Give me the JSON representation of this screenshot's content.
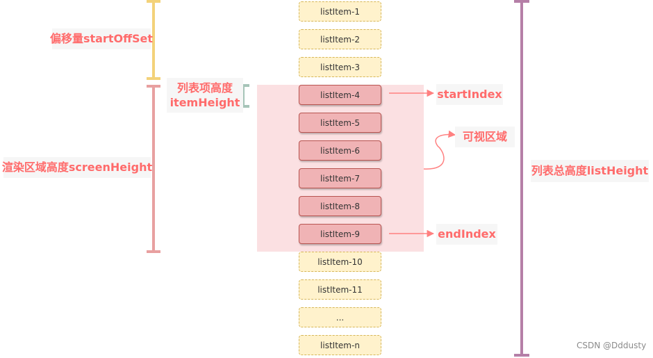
{
  "labels": {
    "start_offset": "偏移量startOffSet",
    "item_height": "列表项高度\nitemHeight",
    "screen_height": "渲染区域高度screenHeight",
    "start_index": "startIndex",
    "visible_area": "可视区域",
    "end_index": "endIndex",
    "list_height": "列表总高度listHeight"
  },
  "list_items": [
    {
      "label": "listItem-1",
      "visible": false
    },
    {
      "label": "listItem-2",
      "visible": false
    },
    {
      "label": "listItem-3",
      "visible": false
    },
    {
      "label": "listItem-4",
      "visible": true
    },
    {
      "label": "listItem-5",
      "visible": true
    },
    {
      "label": "listItem-6",
      "visible": true
    },
    {
      "label": "listItem-7",
      "visible": true
    },
    {
      "label": "listItem-8",
      "visible": true
    },
    {
      "label": "listItem-9",
      "visible": true
    },
    {
      "label": "listItem-10",
      "visible": false
    },
    {
      "label": "listItem-11",
      "visible": false
    },
    {
      "label": "...",
      "visible": false
    },
    {
      "label": "listItem-n",
      "visible": false
    }
  ],
  "watermark": "CSDN @Dddusty",
  "colors": {
    "offset_bar": "#f3d27a",
    "screen_bar": "#e8a0a0",
    "item_height_bar": "#a6c4b8",
    "list_height_bar": "#b57fa7",
    "visible_region": "#fbe0e2",
    "arrow": "#ff8080",
    "label_text": "#ff6b6b"
  }
}
